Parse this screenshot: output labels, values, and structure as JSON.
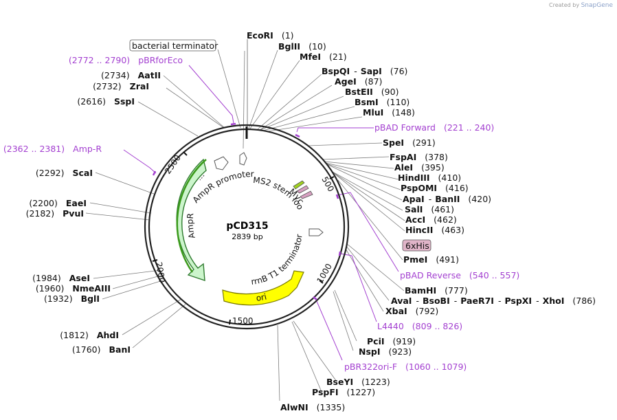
{
  "credit": {
    "prefix": "Created by",
    "brand": "SnapGene"
  },
  "plasmid": {
    "name": "pCD315",
    "length_label": "2839 bp"
  },
  "ticks": [
    "500",
    "1000",
    "1500",
    "2000",
    "2500"
  ],
  "enzymes": {
    "ecori": {
      "name": "EcoRI",
      "pos": "(1)"
    },
    "bglii": {
      "name": "BglII",
      "pos": "(10)"
    },
    "mfei": {
      "name": "MfeI",
      "pos": "(21)"
    },
    "bspqi": {
      "name": "BspQI",
      "name2": "SapI",
      "pos": "(76)"
    },
    "agei": {
      "name": "AgeI",
      "pos": "(87)"
    },
    "bsteii": {
      "name": "BstEII",
      "pos": "(90)"
    },
    "bsmi": {
      "name": "BsmI",
      "pos": "(110)"
    },
    "mlui": {
      "name": "MluI",
      "pos": "(148)"
    },
    "spei": {
      "name": "SpeI",
      "pos": "(291)"
    },
    "fspai": {
      "name": "FspAI",
      "pos": "(378)"
    },
    "alei": {
      "name": "AleI",
      "pos": "(395)"
    },
    "hindiii": {
      "name": "HindIII",
      "pos": "(410)"
    },
    "pspomi": {
      "name": "PspOMI",
      "pos": "(416)"
    },
    "apai": {
      "name": "ApaI",
      "name2": "BanII",
      "pos": "(420)"
    },
    "sali": {
      "name": "SalI",
      "pos": "(461)"
    },
    "acci": {
      "name": "AccI",
      "pos": "(462)"
    },
    "hincii": {
      "name": "HincII",
      "pos": "(463)"
    },
    "pmei": {
      "name": "PmeI",
      "pos": "(491)"
    },
    "bamhi": {
      "name": "BamHI",
      "pos": "(777)"
    },
    "avai": {
      "name": "AvaI",
      "name2": "BsoBI",
      "name3": "PaeR7I",
      "name4": "PspXI",
      "name5": "XhoI",
      "pos": "(786)"
    },
    "xbai": {
      "name": "XbaI",
      "pos": "(792)"
    },
    "pcii": {
      "name": "PciI",
      "pos": "(919)"
    },
    "nspi": {
      "name": "NspI",
      "pos": "(923)"
    },
    "bseyi": {
      "name": "BseYI",
      "pos": "(1223)"
    },
    "pspfi": {
      "name": "PspFI",
      "pos": "(1227)"
    },
    "alwni": {
      "name": "AlwNI",
      "pos": "(1335)"
    },
    "bani": {
      "name": "BanI",
      "pos": "(1760)"
    },
    "ahdi": {
      "name": "AhdI",
      "pos": "(1812)"
    },
    "bgli": {
      "name": "BglI",
      "pos": "(1932)"
    },
    "nmeaiii": {
      "name": "NmeAIII",
      "pos": "(1960)"
    },
    "asei": {
      "name": "AseI",
      "pos": "(1984)"
    },
    "pvui": {
      "name": "PvuI",
      "pos": "(2182)"
    },
    "eaei": {
      "name": "EaeI",
      "pos": "(2200)"
    },
    "scai": {
      "name": "ScaI",
      "pos": "(2292)"
    },
    "sspi": {
      "name": "SspI",
      "pos": "(2616)"
    },
    "zrai": {
      "name": "ZraI",
      "pos": "(2732)"
    },
    "aatii": {
      "name": "AatII",
      "pos": "(2734)"
    }
  },
  "primers": {
    "pbad_forward": {
      "name": "pBAD Forward",
      "range": "(221 .. 240)"
    },
    "pbad_reverse": {
      "name": "pBAD Reverse",
      "range": "(540 .. 557)"
    },
    "l4440": {
      "name": "L4440",
      "range": "(809 .. 826)"
    },
    "pbr322ori_f": {
      "name": "pBR322ori-F",
      "range": "(1060 .. 1079)"
    },
    "amp_r": {
      "name": "Amp-R",
      "range": "(2362 .. 2381)"
    },
    "pbrforeco": {
      "name": "pBRforEco",
      "range": "(2772 .. 2790)"
    }
  },
  "features": {
    "bacterial_terminator": "bacterial terminator",
    "his6": "6xHis",
    "ampr_promoter": "AmpR promoter",
    "ampr": "AmpR",
    "ms2_stem_loop": "MS2 stem loop",
    "myc": "Myc",
    "rrnb_t1_terminator": "rrnB T1 terminator",
    "ori": "ori"
  },
  "colors": {
    "primer": "#a33fd0",
    "ampr_fill": "#ccf5cc",
    "ampr_stroke": "#2e7a2e",
    "ori_fill": "#ffff00",
    "his6_fill": "#e0b4c8",
    "myc_fill": "#d6a0c0",
    "ms2_fill": "#a0d020"
  }
}
